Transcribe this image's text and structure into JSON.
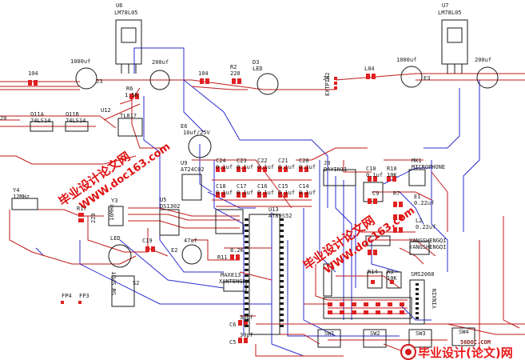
{
  "board": {
    "regulator_left": {
      "ref": "U6",
      "part": "LM78L05"
    },
    "regulator_right": {
      "ref": "U7",
      "part": "LM78L05"
    },
    "parts": [
      "1000uf",
      "J3",
      "200uf",
      "104",
      "104",
      "R2",
      "220",
      "D3",
      "LED",
      "J4",
      "EXTPIN2",
      "L04",
      "1000uf",
      "E3",
      "200uf",
      "R6",
      "1.5K",
      "U12",
      "TL817",
      "20",
      "Q11A",
      "74LS14",
      "Q11B",
      "74LS14",
      "E6",
      "10uf/25V",
      "C24",
      "0.1uf",
      "C23",
      "0.1uf",
      "C22",
      "0.1uf",
      "C21",
      "0.1uf",
      "C20",
      "0.1uf",
      "U9",
      "AT24C02",
      "C18",
      "0.1uf",
      "C17",
      "0.1uf",
      "C16",
      "0.1uf",
      "C15",
      "0.1uf",
      "C14",
      "0.1uf",
      "J8",
      "DAYIN11",
      "U13",
      "AT89S52",
      "C10",
      "0.1uf",
      "R10",
      "10K",
      "C9",
      "R7",
      "MK1",
      "MICROPHONE",
      "Y4",
      "12MHz",
      "Y3",
      "16MHz",
      "U5",
      "DS1302",
      "R17",
      "220",
      "LED",
      "C19",
      "47uf",
      "R11",
      "8.2K",
      "E2",
      "MAX813",
      "XANTENGDU",
      "E1",
      "0.22uf",
      "L2",
      "0.22uf",
      "YANGSHENGQI",
      "YANGSHENGQI",
      "R14",
      "R9",
      "10K",
      "S2",
      "SW SPDT",
      "FP4",
      "FP3",
      "C6",
      "30pf",
      "C5",
      "30pf",
      "SW1",
      "SW2",
      "SW3",
      "SW4",
      "SMS2068",
      "YINXIN"
    ]
  },
  "watermarks": {
    "line1": "毕业设计论文网",
    "line2": "WWW.doc163.com"
  },
  "footer": {
    "site": "56DOC.COM",
    "brand": "毕业设计(论文)网"
  },
  "colors": {
    "silkscreen": "#1a1a1a",
    "top_copper": "#c21a1a",
    "bottom_copper": "#2b2bd0",
    "pad": "#e02020",
    "watermark": "#e01010",
    "footer_brand": "#e81818"
  }
}
